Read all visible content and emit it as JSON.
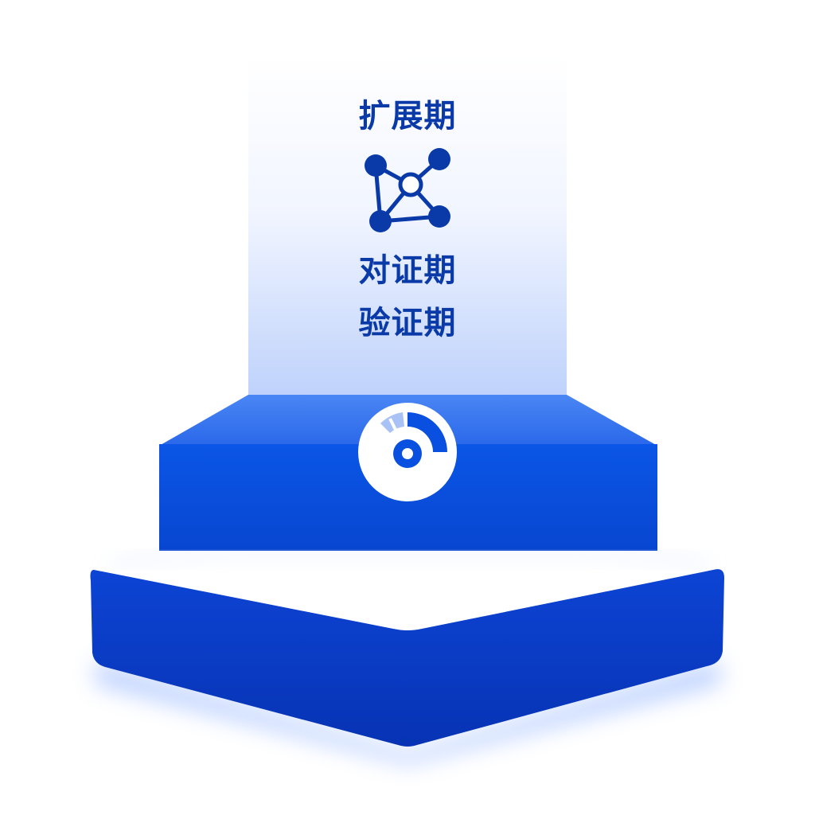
{
  "stages": {
    "expansion": "扩展期",
    "contrast": "对证期",
    "validation": "验证期"
  },
  "icons": {
    "top": "network-nodes-icon",
    "middle": "gauge-target-icon"
  },
  "colors": {
    "brand_blue": "#0a3aa8",
    "mid_block_top": "#3a78f0",
    "mid_block_front": "#0a50e0",
    "base_front": "#0a3cc8",
    "base_top": "#ffffff",
    "glow": "#6e9bff"
  }
}
